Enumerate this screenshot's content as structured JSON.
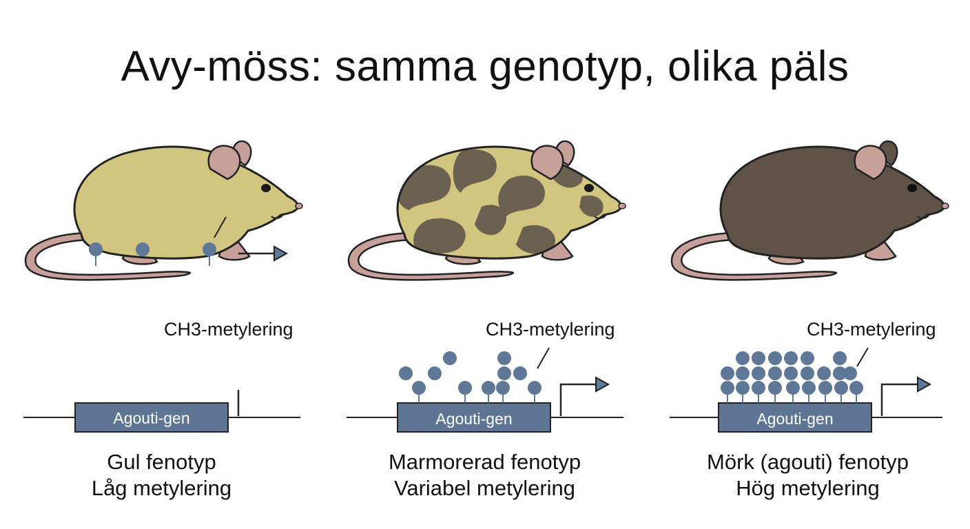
{
  "title": "Avy-möss: samma genotyp, olika päls",
  "colors": {
    "yellow_coat": "#d2c57f",
    "dark_coat": "#5f5246",
    "mottle_patch": "#6b6150",
    "ear_tail_pink": "#c7a09a",
    "gene_box": "#5e7593",
    "methyl_dot": "#5f7897",
    "line": "#222222"
  },
  "panels": [
    {
      "id": "yellow",
      "coat": "yellow",
      "gene_label": "Agouti-gen",
      "methyl_label": "CH3-metylering",
      "phenotype": "Gul fenotyp",
      "methylation": "Låg metylering",
      "methylation_level": "low"
    },
    {
      "id": "mottled",
      "coat": "mottled",
      "gene_label": "Agouti-gen",
      "methyl_label": "CH3-metylering",
      "phenotype": "Marmorerad fenotyp",
      "methylation": "Variabel metylering",
      "methylation_level": "variable"
    },
    {
      "id": "dark",
      "coat": "dark",
      "gene_label": "Agouti-gen",
      "methyl_label": "CH3-metylering",
      "phenotype": "Mörk (agouti) fenotyp",
      "methylation": "Hög metylering",
      "methylation_level": "high"
    }
  ]
}
